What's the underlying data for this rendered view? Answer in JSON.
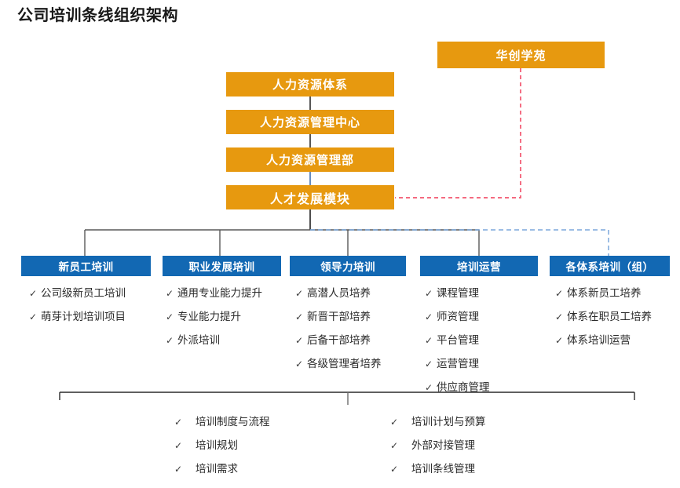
{
  "title": "公司培训条线组织架构",
  "colors": {
    "orange": "#E7990F",
    "blue": "#1268B3",
    "red_dashed": "#F2566E",
    "blue_dashed": "#7BA7DB",
    "connector_gray": "#595959"
  },
  "hierarchy": {
    "nodes": [
      {
        "label": "人力资源体系"
      },
      {
        "label": "人力资源管理中心"
      },
      {
        "label": "人力资源管理部"
      },
      {
        "label": "人才发展模块"
      }
    ],
    "side_node": {
      "label": "华创学苑"
    }
  },
  "columns": [
    {
      "header": "新员工培训",
      "items": [
        "公司级新员工培训",
        "萌芽计划培训项目"
      ]
    },
    {
      "header": "职业发展培训",
      "items": [
        "通用专业能力提升",
        "专业能力提升",
        "外派培训"
      ]
    },
    {
      "header": "领导力培训",
      "items": [
        "高潜人员培养",
        "新晋干部培养",
        "后备干部培养",
        "各级管理者培养"
      ]
    },
    {
      "header": "培训运营",
      "items": [
        "课程管理",
        "师资管理",
        "平台管理",
        "运营管理",
        "供应商管理"
      ]
    },
    {
      "header": "各体系培训（组）",
      "items": [
        "体系新员工培养",
        "体系在职员工培养",
        "体系培训运营"
      ]
    }
  ],
  "footer": {
    "left_items": [
      "培训制度与流程",
      "培训规划",
      "培训需求"
    ],
    "right_items": [
      "培训计划与预算",
      "外部对接管理",
      "培训条线管理"
    ]
  },
  "icons": {
    "tick": "✓"
  }
}
